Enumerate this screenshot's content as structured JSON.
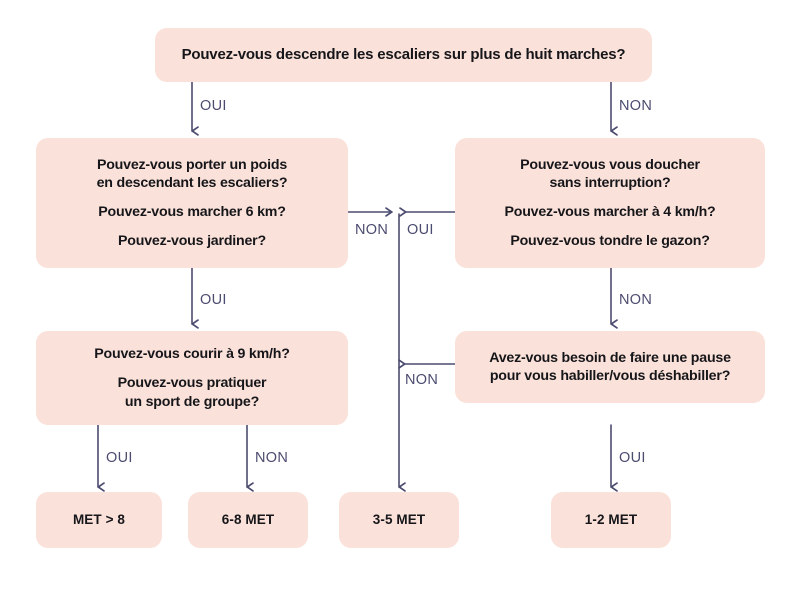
{
  "diagram": {
    "title": "Arbre decisionnel MET",
    "colors": {
      "node_fill": "#fae1d9",
      "node_text": "#16161a",
      "edge": "#4c4c70",
      "background": "#ffffff"
    }
  },
  "nodes": {
    "root": {
      "id": "root",
      "lines": [
        "Pouvez-vous descendre les escaliers sur plus de huit marches?"
      ]
    },
    "left_mid": {
      "id": "left-mid",
      "paragraphs": [
        [
          "Pouvez-vous porter un poids",
          "en descendant les escaliers?"
        ],
        [
          "Pouvez-vous marcher 6 km?"
        ],
        [
          "Pouvez-vous jardiner?"
        ]
      ]
    },
    "right_mid": {
      "id": "right-mid",
      "paragraphs": [
        [
          "Pouvez-vous vous doucher",
          "sans interruption?"
        ],
        [
          "Pouvez-vous marcher à 4 km/h?"
        ],
        [
          "Pouvez-vous tondre le gazon?"
        ]
      ]
    },
    "left_low": {
      "id": "left-low",
      "paragraphs": [
        [
          "Pouvez-vous courir à 9 km/h?"
        ],
        [
          "Pouvez-vous pratiquer",
          "un sport de groupe?"
        ]
      ]
    },
    "right_low": {
      "id": "right-low",
      "paragraphs": [
        [
          "Avez-vous besoin de faire une pause",
          "pour vous habiller/vous déshabiller?"
        ]
      ]
    },
    "met_8plus": {
      "id": "met-8plus",
      "label": "MET > 8"
    },
    "met_6_8": {
      "id": "met-6-8",
      "label": "6-8 MET"
    },
    "met_3_5": {
      "id": "met-3-5",
      "label": "3-5 MET"
    },
    "met_1_2": {
      "id": "met-1-2",
      "label": "1-2 MET"
    }
  },
  "edges": [
    {
      "id": "root-to-left-mid",
      "label": "OUI",
      "from": "root",
      "to": "left_mid"
    },
    {
      "id": "root-to-right-mid",
      "label": "NON",
      "from": "root",
      "to": "right_mid"
    },
    {
      "id": "left-mid-to-junction",
      "label": "NON",
      "from": "left_mid",
      "to": "met_3_5"
    },
    {
      "id": "right-mid-to-junction",
      "label": "OUI",
      "from": "right_mid",
      "to": "met_3_5"
    },
    {
      "id": "left-mid-to-left-low",
      "label": "OUI",
      "from": "left_mid",
      "to": "left_low"
    },
    {
      "id": "right-mid-to-right-low",
      "label": "NON",
      "from": "right_mid",
      "to": "right_low"
    },
    {
      "id": "right-low-to-junction",
      "label": "NON",
      "from": "right_low",
      "to": "met_3_5"
    },
    {
      "id": "left-low-to-met-8plus",
      "label": "OUI",
      "from": "left_low",
      "to": "met_8plus"
    },
    {
      "id": "left-low-to-met-6-8",
      "label": "NON",
      "from": "left_low",
      "to": "met_6_8"
    },
    {
      "id": "right-low-to-met-1-2",
      "label": "OUI",
      "from": "right_low",
      "to": "met_1_2"
    }
  ]
}
